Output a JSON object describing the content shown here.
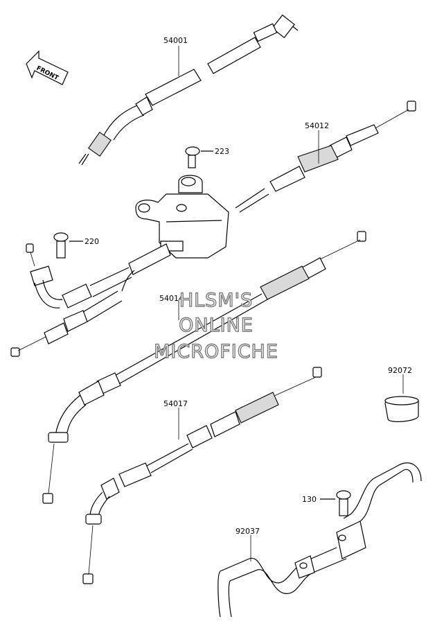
{
  "direction_marker": {
    "text": "FRONT",
    "icon": "front-arrow-icon"
  },
  "callouts": [
    {
      "id": "54001",
      "text": "54001"
    },
    {
      "id": "54012",
      "text": "54012"
    },
    {
      "id": "223",
      "text": "223"
    },
    {
      "id": "220",
      "text": "220"
    },
    {
      "id": "54014",
      "text": "54014"
    },
    {
      "id": "92072",
      "text": "92072"
    },
    {
      "id": "54017",
      "text": "54017"
    },
    {
      "id": "130",
      "text": "130"
    },
    {
      "id": "92037",
      "text": "92037"
    }
  ],
  "watermark": {
    "line1": "HLSM'S",
    "line2": "ONLINE",
    "line3": "MICROFICHE"
  }
}
